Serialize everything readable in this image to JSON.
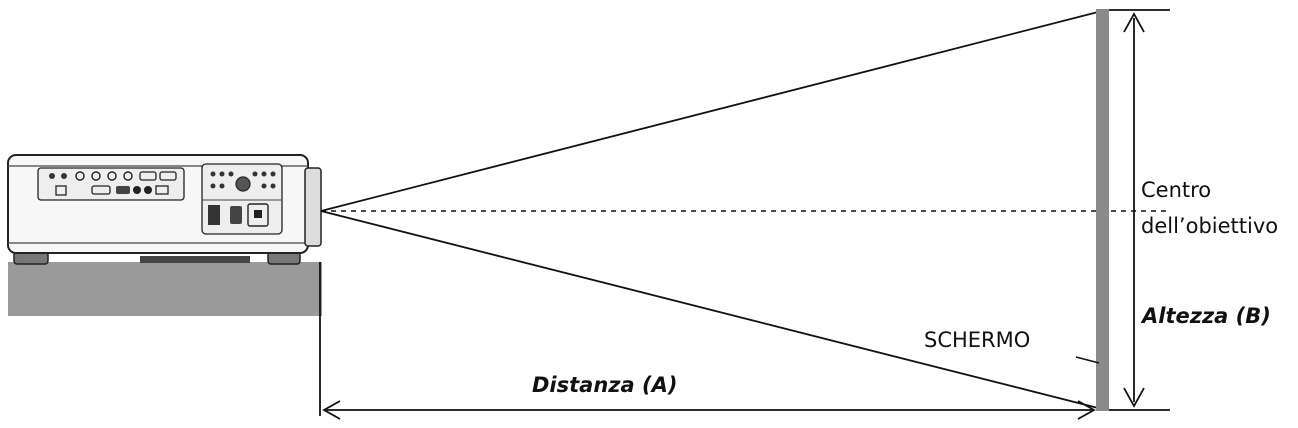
{
  "labels": {
    "center_line1": "Centro",
    "center_line2": "dell’obiettivo",
    "height": "Altezza (B)",
    "screen": "SCHERMO",
    "distance": "Distanza (A)"
  },
  "colors": {
    "line": "#111111",
    "screen": "#8a8a8a",
    "table": "#9a9a9a",
    "projector_body": "#f7f7f7",
    "panel": "#eeeeee"
  }
}
